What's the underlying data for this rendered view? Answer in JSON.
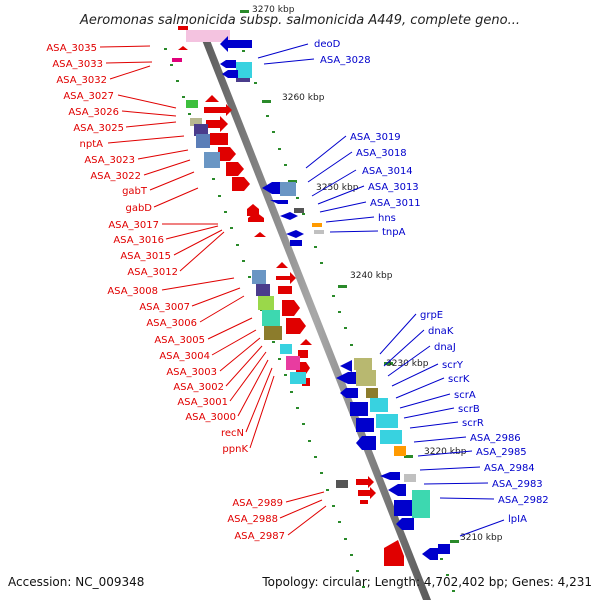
{
  "title": "Aeromonas salmonicida subsp. salmonicida A449, complete geno...",
  "footer": {
    "accession": "Accession: NC_009348",
    "summary": "Topology: circular; Length: 4,702,402 bp; Genes: 4,231"
  },
  "scale_labels": [
    "3270 kbp",
    "3260 kbp",
    "3250 kbp",
    "3240 kbp",
    "3230 kbp",
    "3220 kbp",
    "3210 kbp"
  ],
  "left_labels": [
    "ASA_3035",
    "ASA_3033",
    "ASA_3032",
    "ASA_3027",
    "ASA_3026",
    "ASA_3025",
    "nptA",
    "ASA_3023",
    "ASA_3022",
    "gabT",
    "gabD",
    "ASA_3017",
    "ASA_3016",
    "ASA_3015",
    "ASA_3012",
    "ASA_3008",
    "ASA_3007",
    "ASA_3006",
    "ASA_3005",
    "ASA_3004",
    "ASA_3003",
    "ASA_3002",
    "ASA_3001",
    "ASA_3000",
    "recN",
    "ppnK",
    "ASA_2989",
    "ASA_2988",
    "ASA_2987"
  ],
  "right_labels": [
    "deoD",
    "ASA_3028",
    "ASA_3019",
    "ASA_3018",
    "ASA_3014",
    "ASA_3013",
    "ASA_3011",
    "hns",
    "tnpA",
    "grpE",
    "dnaK",
    "dnaJ",
    "scrY",
    "scrK",
    "scrA",
    "scrB",
    "scrR",
    "ASA_2986",
    "ASA_2985",
    "ASA_2984",
    "ASA_2983",
    "ASA_2982",
    "lpIA"
  ],
  "colors": {
    "forward_genes": "#e00000",
    "reverse_genes": "#0000cc",
    "backbone": "#777777",
    "tick": "#2a8a2a"
  }
}
